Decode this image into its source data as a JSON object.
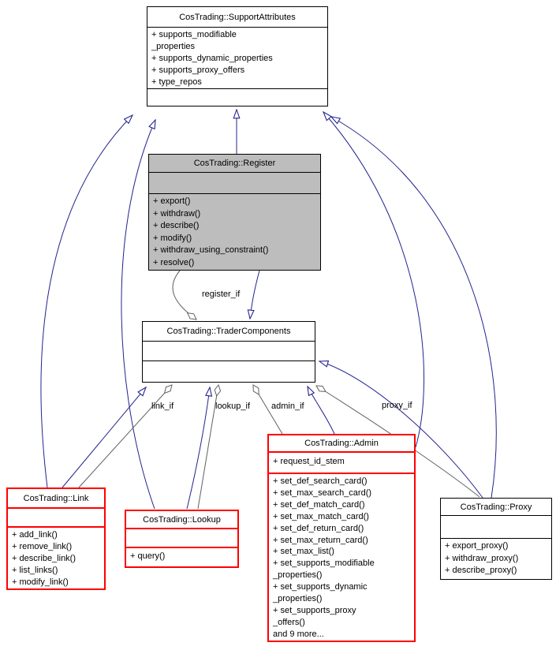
{
  "diagram_title": "CosTrading UML class diagram",
  "colors": {
    "inheritance_edge": "#23238e",
    "aggregation_edge": "#606060",
    "highlighted_class_fill": "#bdbdbd",
    "truncated_class_border": "#ff0000",
    "class_border": "#000000",
    "background": "#ffffff",
    "text": "#000000"
  },
  "classes": {
    "support_attributes": {
      "title": "CosTrading::SupportAttributes",
      "attribute_lines": [
        "+ supports_modifiable",
        "_properties",
        "+ supports_dynamic_properties",
        "+ supports_proxy_offers",
        "+ type_repos"
      ],
      "method_lines": []
    },
    "register": {
      "title": "CosTrading::Register",
      "attribute_lines": [],
      "method_lines": [
        "+ export()",
        "+ withdraw()",
        "+ describe()",
        "+ modify()",
        "+ withdraw_using_constraint()",
        "+ resolve()"
      ]
    },
    "trader_components": {
      "title": "CosTrading::TraderComponents",
      "attribute_lines": [],
      "method_lines": []
    },
    "link": {
      "title": "CosTrading::Link",
      "attribute_lines": [],
      "method_lines": [
        "+ add_link()",
        "+ remove_link()",
        "+ describe_link()",
        "+ list_links()",
        "+ modify_link()"
      ]
    },
    "lookup": {
      "title": "CosTrading::Lookup",
      "attribute_lines": [],
      "method_lines": [
        "+ query()"
      ]
    },
    "admin": {
      "title": "CosTrading::Admin",
      "attribute_lines": [
        "+ request_id_stem"
      ],
      "method_lines": [
        "+ set_def_search_card()",
        "+ set_max_search_card()",
        "+ set_def_match_card()",
        "+ set_max_match_card()",
        "+ set_def_return_card()",
        "+ set_max_return_card()",
        "+ set_max_list()",
        "+ set_supports_modifiable",
        "_properties()",
        "+ set_supports_dynamic",
        "_properties()",
        "+ set_supports_proxy",
        "_offers()",
        "and 9 more..."
      ]
    },
    "proxy": {
      "title": "CosTrading::Proxy",
      "attribute_lines": [],
      "method_lines": [
        "+ export_proxy()",
        "+ withdraw_proxy()",
        "+ describe_proxy()"
      ]
    }
  },
  "edge_labels": {
    "register_if": "register_if",
    "link_if": "link_if",
    "lookup_if": "lookup_if",
    "admin_if": "admin_if",
    "proxy_if": "proxy_if"
  }
}
